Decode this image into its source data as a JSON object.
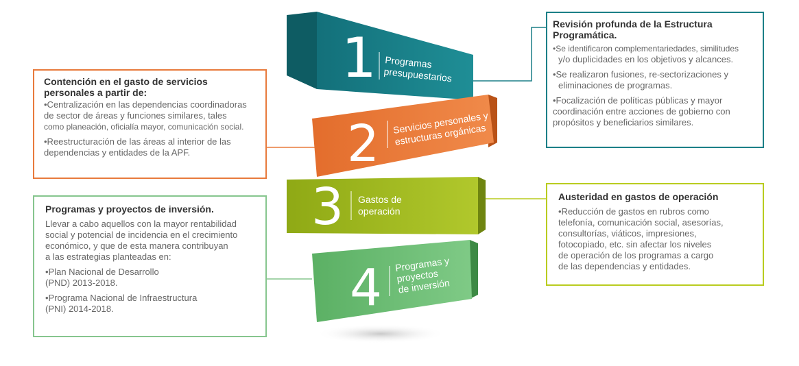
{
  "colors": {
    "teal": "#1b7f87",
    "orange": "#e87a3c",
    "lime": "#9cb51d",
    "green": "#6bbf73"
  },
  "blocks": [
    {
      "number": "1",
      "label_lines": [
        "Programas",
        "presupuestarios"
      ]
    },
    {
      "number": "2",
      "label_lines": [
        "Servicios personales y",
        "estructuras orgánicas"
      ]
    },
    {
      "number": "3",
      "label_lines": [
        "Gastos de",
        "operación"
      ]
    },
    {
      "number": "4",
      "label_lines": [
        "Programas y",
        "proyectos",
        "de inversión"
      ]
    }
  ],
  "boxes": {
    "top_left": {
      "title_line1": "Contención en el gasto de servicios",
      "title_line2": "personales a partir de:",
      "lines_a": [
        "•Centralización en las dependencias coordinadoras",
        "de sector de áreas y funciones similares, tales",
        "como planeación, oficialía mayor, comunicación social."
      ],
      "lines_b": [
        "•Reestructuración de las áreas al interior de las",
        "dependencias y entidades de la APF."
      ]
    },
    "bottom_left": {
      "title": "Programas y proyectos de inversión.",
      "lines_a": [
        "Llevar a cabo aquellos con la mayor rentabilidad",
        "social y potencial de incidencia en el crecimiento",
        "económico, y que de esta manera contribuyan",
        "a las estrategias planteadas en:"
      ],
      "lines_b": [
        "•Plan Nacional de Desarrollo",
        "(PND) 2013-2018."
      ],
      "lines_c": [
        "•Programa Nacional de Infraestructura",
        "(PNI) 2014-2018."
      ]
    },
    "top_right": {
      "title_line1": "Revisión profunda de la Estructura",
      "title_line2": "Programática.",
      "lines_a": [
        "•Se identificaron complementariedades, similitudes",
        "y/o duplicidades en los objetivos y alcances."
      ],
      "lines_b": [
        "•Se realizaron fusiones, re-sectorizaciones y",
        "eliminaciones de programas."
      ],
      "lines_c": [
        "•Focalización de políticas públicas y mayor",
        "coordinación entre acciones de gobierno con",
        "propósitos y beneficiarios similares."
      ]
    },
    "bottom_right": {
      "title": "Austeridad en gastos de operación",
      "lines_a": [
        "•Reducción de gastos en rubros como",
        "telefonía, comunicación social, asesorías,",
        "consultorías, viáticos, impresiones,",
        "fotocopiado, etc. sin afectar los niveles",
        "de operación de los programas a cargo",
        "de las dependencias y entidades."
      ]
    }
  }
}
